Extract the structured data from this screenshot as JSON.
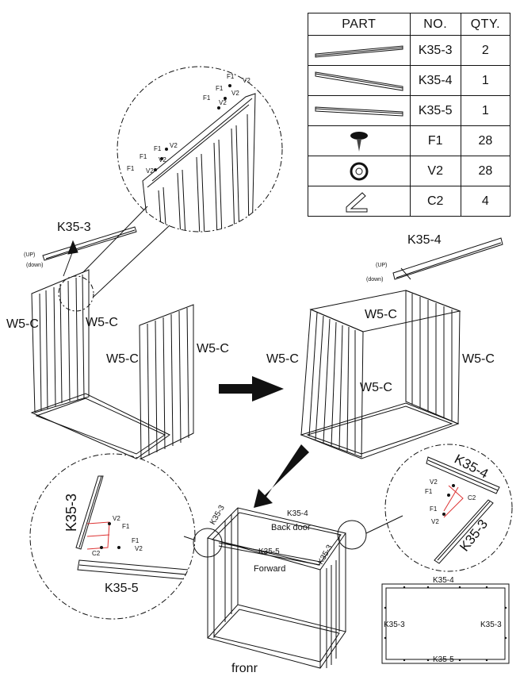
{
  "parts_table": {
    "headers": {
      "part": "PART",
      "no": "NO.",
      "qty": "QTY."
    },
    "rows": [
      {
        "no": "K35-3",
        "qty": "2",
        "icon": "rail-icon"
      },
      {
        "no": "K35-4",
        "qty": "1",
        "icon": "rail-icon"
      },
      {
        "no": "K35-5",
        "qty": "1",
        "icon": "rail-icon"
      },
      {
        "no": "F1",
        "qty": "28",
        "icon": "screw-icon"
      },
      {
        "no": "V2",
        "qty": "28",
        "icon": "washer-icon"
      },
      {
        "no": "C2",
        "qty": "4",
        "icon": "bracket-icon"
      }
    ]
  },
  "step1": {
    "rail_label": "K35-3",
    "up": "(UP)",
    "down": "(down)",
    "wall_a": "W5-C",
    "wall_b": "W5-C",
    "wall_c": "W5-C",
    "wall_d": "W5-C",
    "detail": {
      "f1": "F1",
      "v2": "V2"
    }
  },
  "step2": {
    "rail_label": "K35-4",
    "up": "(UP)",
    "down": "(down)",
    "wall_a": "W5-C",
    "wall_b": "W5-C",
    "wall_c": "W5-C",
    "wall_d": "W5-C"
  },
  "step3": {
    "top_rail": "K35-4",
    "back_door": "Back door",
    "mid_rail": "K35-5",
    "forward": "Forward",
    "left_rail": "K35-3",
    "right_rail": "K35-3",
    "front": "fronr",
    "detail_left": {
      "k35_3": "K35-3",
      "k35_5": "K35-5",
      "v2a": "V2",
      "f1a": "F1",
      "f1b": "F1",
      "v2b": "V2",
      "c2": "C2"
    },
    "detail_right": {
      "k35_4": "K35-4",
      "k35_3": "K35-3",
      "v2a": "V2",
      "f1a": "F1",
      "c2": "C2",
      "f1b": "F1",
      "v2b": "V2"
    }
  },
  "plan_view": {
    "top": "K35-4",
    "left": "K35-3",
    "right": "K35-3",
    "bottom": "K35-5"
  }
}
